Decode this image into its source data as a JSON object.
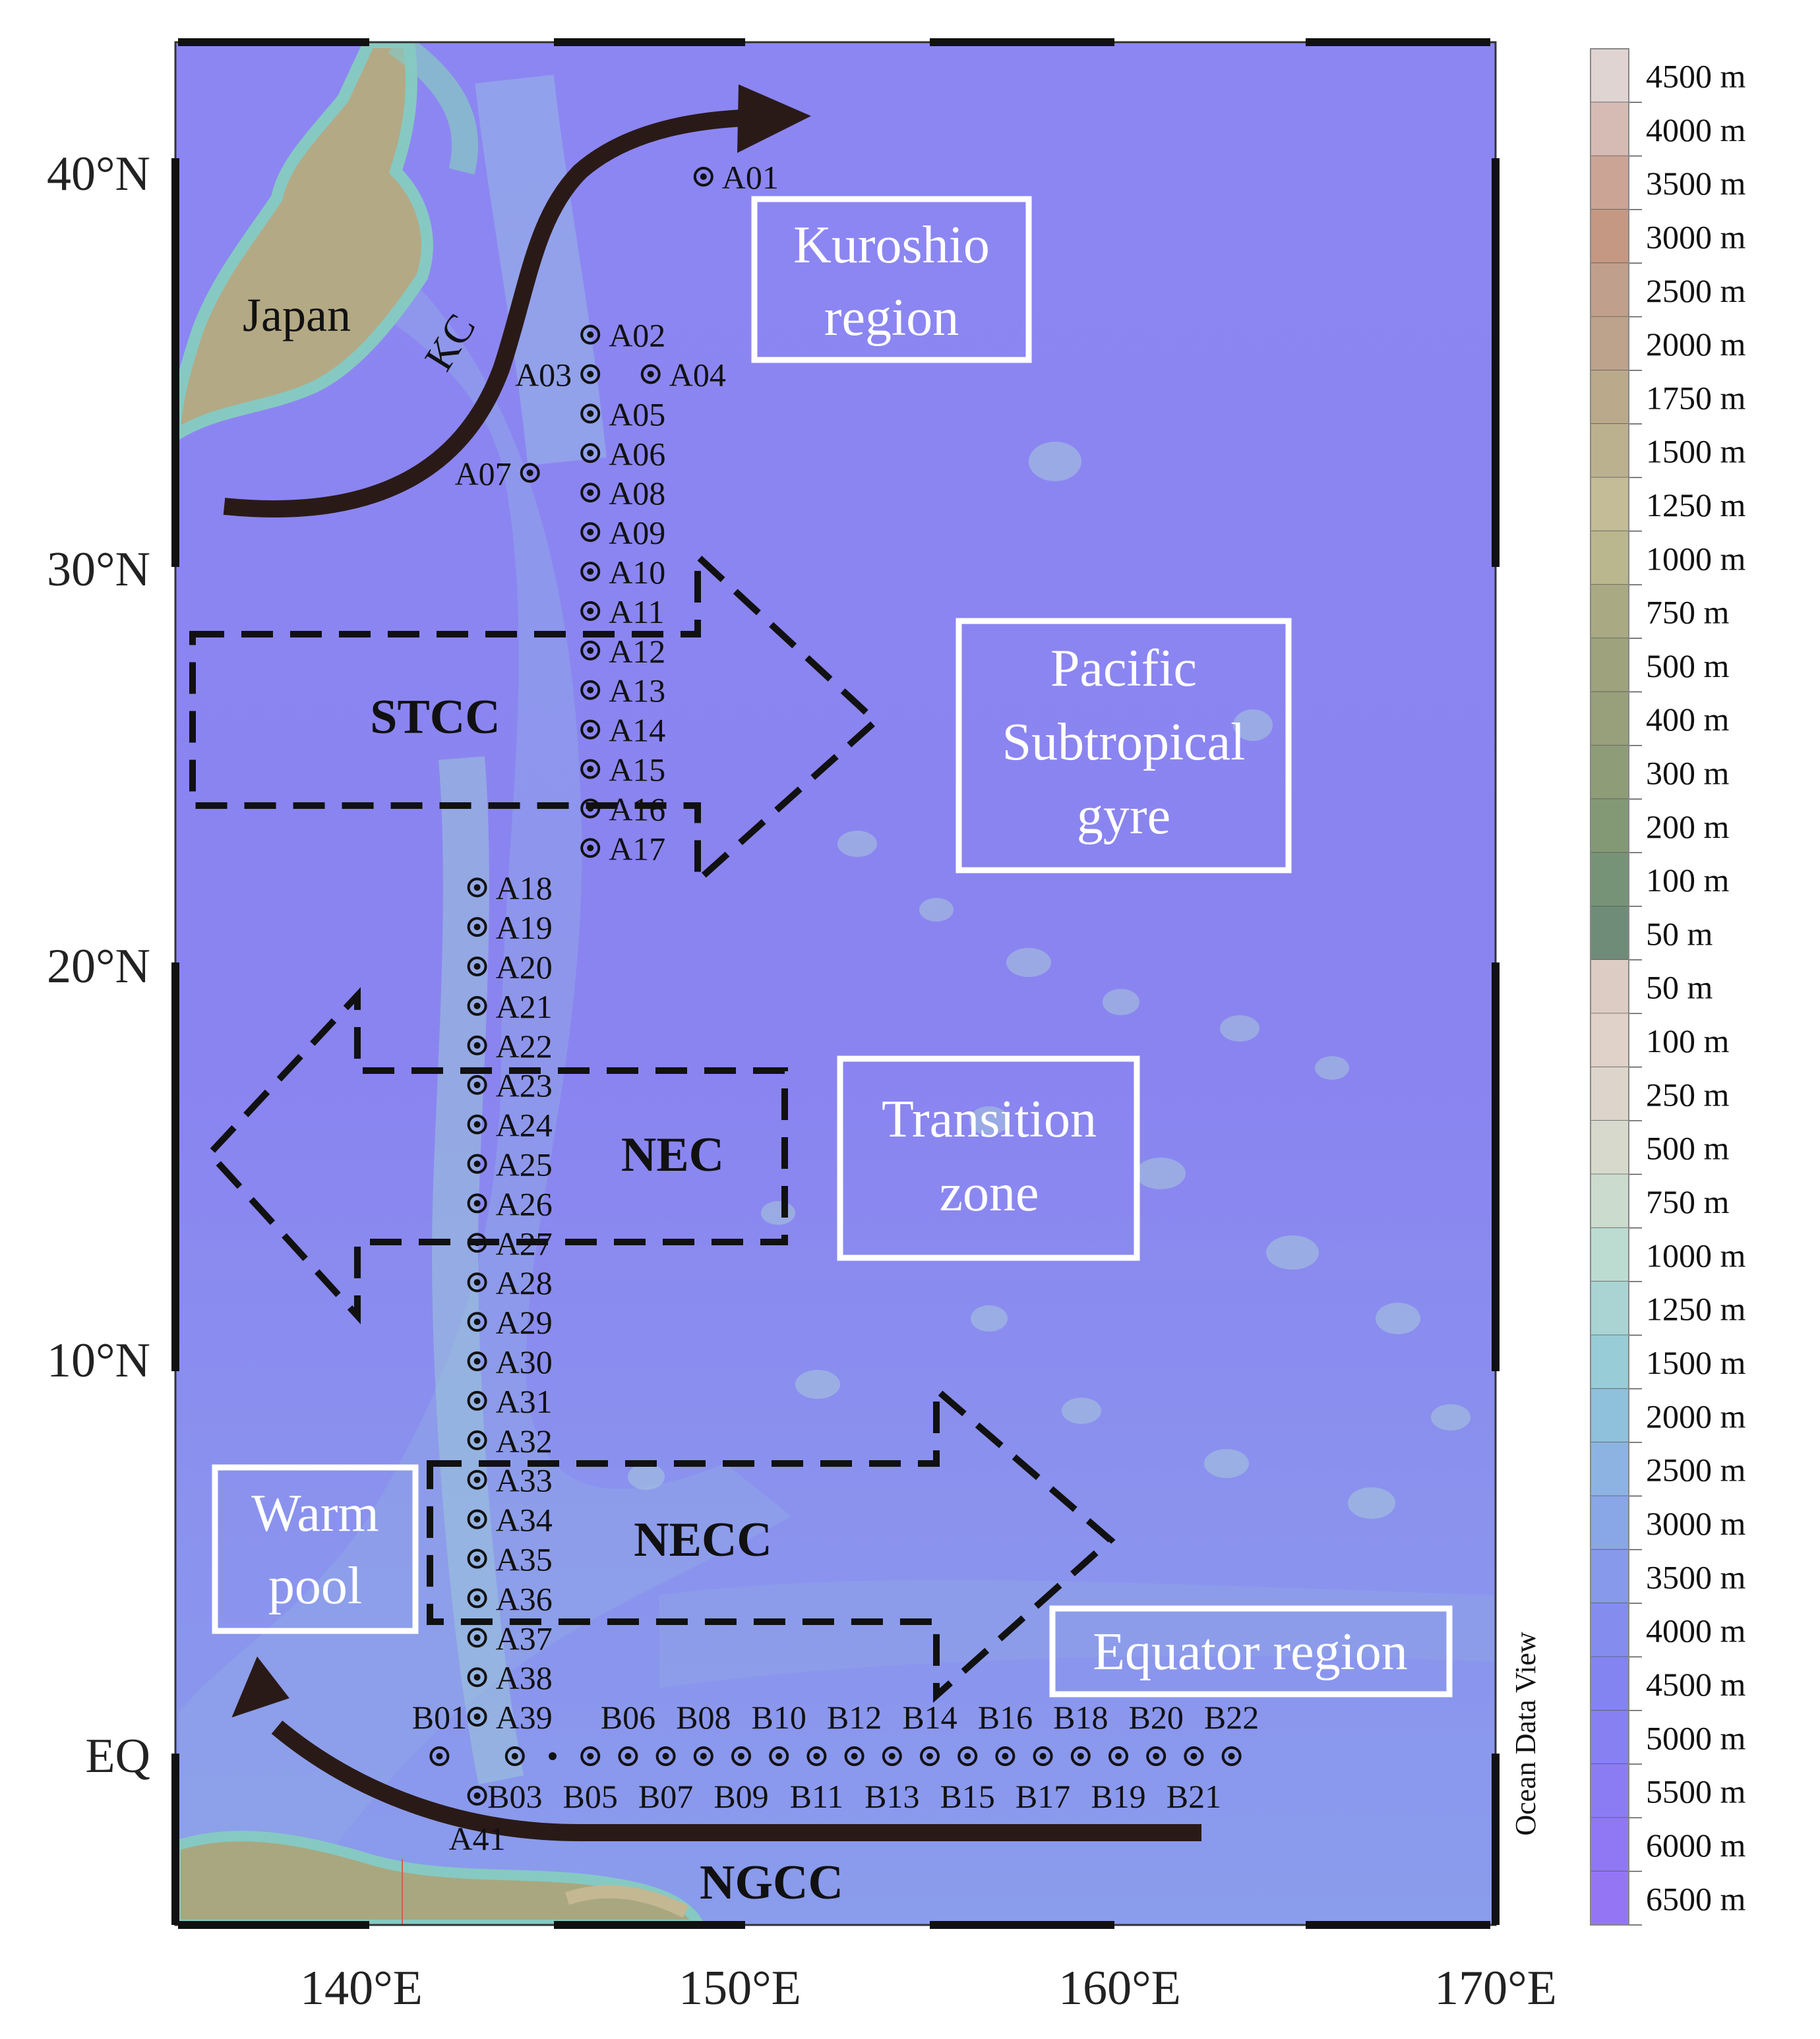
{
  "map": {
    "lat_ticks": [
      "40°N",
      "30°N",
      "20°N",
      "10°N",
      "EQ"
    ],
    "lon_ticks": [
      "140°E",
      "150°E",
      "160°E",
      "170°E"
    ],
    "land_labels": {
      "japan": "Japan"
    },
    "current_labels": {
      "kc": "KC",
      "stcc": "STCC",
      "nec": "NEC",
      "necc": "NECC",
      "ngcc": "NGCC"
    },
    "region_boxes": {
      "kuroshio": [
        "Kuroshio",
        "region"
      ],
      "subtropical": [
        "Pacific",
        "Subtropical",
        "gyre"
      ],
      "transition": [
        "Transition",
        "zone"
      ],
      "warm_pool": [
        "Warm",
        "pool"
      ],
      "equator": [
        "Equator region"
      ]
    },
    "credit": "Ocean Data View",
    "colors": {
      "ocean": "#8a86f0",
      "land": "#b7ab86",
      "shelf": "#86c9c2",
      "arrow": "#2a1a17"
    }
  },
  "stations": [
    {
      "id": "A01",
      "lon": 149.0,
      "lat": 40.0
    },
    {
      "id": "A02",
      "lon": 146.0,
      "lat": 36.0
    },
    {
      "id": "A03",
      "lon": 146.0,
      "lat": 35.0
    },
    {
      "id": "A04",
      "lon": 147.6,
      "lat": 35.0
    },
    {
      "id": "A05",
      "lon": 146.0,
      "lat": 34.0
    },
    {
      "id": "A06",
      "lon": 146.0,
      "lat": 33.0
    },
    {
      "id": "A07",
      "lon": 144.4,
      "lat": 32.5
    },
    {
      "id": "A08",
      "lon": 146.0,
      "lat": 32.0
    },
    {
      "id": "A09",
      "lon": 146.0,
      "lat": 31.0
    },
    {
      "id": "A10",
      "lon": 146.0,
      "lat": 30.0
    },
    {
      "id": "A11",
      "lon": 146.0,
      "lat": 29.0
    },
    {
      "id": "A12",
      "lon": 146.0,
      "lat": 28.0
    },
    {
      "id": "A13",
      "lon": 146.0,
      "lat": 27.0
    },
    {
      "id": "A14",
      "lon": 146.0,
      "lat": 26.0
    },
    {
      "id": "A15",
      "lon": 146.0,
      "lat": 25.0
    },
    {
      "id": "A16",
      "lon": 146.0,
      "lat": 24.0
    },
    {
      "id": "A17",
      "lon": 146.0,
      "lat": 23.0
    },
    {
      "id": "A18",
      "lon": 143.0,
      "lat": 22.0
    },
    {
      "id": "A19",
      "lon": 143.0,
      "lat": 21.0
    },
    {
      "id": "A20",
      "lon": 143.0,
      "lat": 20.0
    },
    {
      "id": "A21",
      "lon": 143.0,
      "lat": 19.0
    },
    {
      "id": "A22",
      "lon": 143.0,
      "lat": 18.0
    },
    {
      "id": "A23",
      "lon": 143.0,
      "lat": 17.0
    },
    {
      "id": "A24",
      "lon": 143.0,
      "lat": 16.0
    },
    {
      "id": "A25",
      "lon": 143.0,
      "lat": 15.0
    },
    {
      "id": "A26",
      "lon": 143.0,
      "lat": 14.0
    },
    {
      "id": "A27",
      "lon": 143.0,
      "lat": 13.0
    },
    {
      "id": "A28",
      "lon": 143.0,
      "lat": 12.0
    },
    {
      "id": "A29",
      "lon": 143.0,
      "lat": 11.0
    },
    {
      "id": "A30",
      "lon": 143.0,
      "lat": 10.0
    },
    {
      "id": "A31",
      "lon": 143.0,
      "lat": 9.0
    },
    {
      "id": "A32",
      "lon": 143.0,
      "lat": 8.0
    },
    {
      "id": "A33",
      "lon": 143.0,
      "lat": 7.0
    },
    {
      "id": "A34",
      "lon": 143.0,
      "lat": 6.0
    },
    {
      "id": "A35",
      "lon": 143.0,
      "lat": 5.0
    },
    {
      "id": "A36",
      "lon": 143.0,
      "lat": 4.0
    },
    {
      "id": "A37",
      "lon": 143.0,
      "lat": 3.0
    },
    {
      "id": "A38",
      "lon": 143.0,
      "lat": 2.0
    },
    {
      "id": "A39",
      "lon": 143.0,
      "lat": 1.0
    },
    {
      "id": "A41",
      "lon": 143.0,
      "lat": -1.0
    },
    {
      "id": "B01",
      "lon": 142.0,
      "lat": 0.0
    },
    {
      "id": "B03",
      "lon": 144.0,
      "lat": 0.0
    },
    {
      "id": "B05",
      "lon": 146.0,
      "lat": 0.0
    },
    {
      "id": "B06",
      "lon": 147.0,
      "lat": 0.0
    },
    {
      "id": "B07",
      "lon": 148.0,
      "lat": 0.0
    },
    {
      "id": "B08",
      "lon": 149.0,
      "lat": 0.0
    },
    {
      "id": "B09",
      "lon": 150.0,
      "lat": 0.0
    },
    {
      "id": "B10",
      "lon": 151.0,
      "lat": 0.0
    },
    {
      "id": "B11",
      "lon": 152.0,
      "lat": 0.0
    },
    {
      "id": "B12",
      "lon": 153.0,
      "lat": 0.0
    },
    {
      "id": "B13",
      "lon": 154.0,
      "lat": 0.0
    },
    {
      "id": "B14",
      "lon": 155.0,
      "lat": 0.0
    },
    {
      "id": "B15",
      "lon": 156.0,
      "lat": 0.0
    },
    {
      "id": "B16",
      "lon": 157.0,
      "lat": 0.0
    },
    {
      "id": "B17",
      "lon": 158.0,
      "lat": 0.0
    },
    {
      "id": "B18",
      "lon": 159.0,
      "lat": 0.0
    },
    {
      "id": "B19",
      "lon": 160.0,
      "lat": 0.0
    },
    {
      "id": "B20",
      "lon": 161.0,
      "lat": 0.0
    },
    {
      "id": "B21",
      "lon": 162.0,
      "lat": 0.0
    },
    {
      "id": "B22",
      "lon": 163.0,
      "lat": 0.0
    }
  ],
  "legend": {
    "land_levels": [
      "4500 m",
      "4000 m",
      "3500 m",
      "3000 m",
      "2500 m",
      "2000 m",
      "1750 m",
      "1500 m",
      "1250 m",
      "1000 m",
      "750 m",
      "500 m",
      "400 m",
      "300 m",
      "200 m",
      "100 m",
      "50 m"
    ],
    "land_colors": [
      "#e0d4d2",
      "#d6bbb5",
      "#cba496",
      "#c49883",
      "#c0a08c",
      "#bda38b",
      "#bba98b",
      "#bcb18f",
      "#c3bc97",
      "#bab78f",
      "#a9aa83",
      "#9ea37d",
      "#97a07a",
      "#8e9d78",
      "#839976",
      "#779377",
      "#6f8c78"
    ],
    "depth_levels": [
      "50 m",
      "100 m",
      "250 m",
      "500 m",
      "750 m",
      "1000 m",
      "1250 m",
      "1500 m",
      "2000 m",
      "2500 m",
      "3000 m",
      "3500 m",
      "4000 m",
      "4500 m",
      "5000 m",
      "5500 m",
      "6000 m",
      "6500 m"
    ],
    "depth_colors": [
      "#dcccc3",
      "#e0d2c9",
      "#ddd5cb",
      "#d6d9cc",
      "#cbdccf",
      "#bddcd1",
      "#a9d4d3",
      "#98ccd6",
      "#8fc0dc",
      "#8db3e2",
      "#89a6e6",
      "#8699ea",
      "#848dee",
      "#8384f2",
      "#8780f3",
      "#8c7cf3",
      "#9078f4",
      "#9476f5"
    ]
  }
}
